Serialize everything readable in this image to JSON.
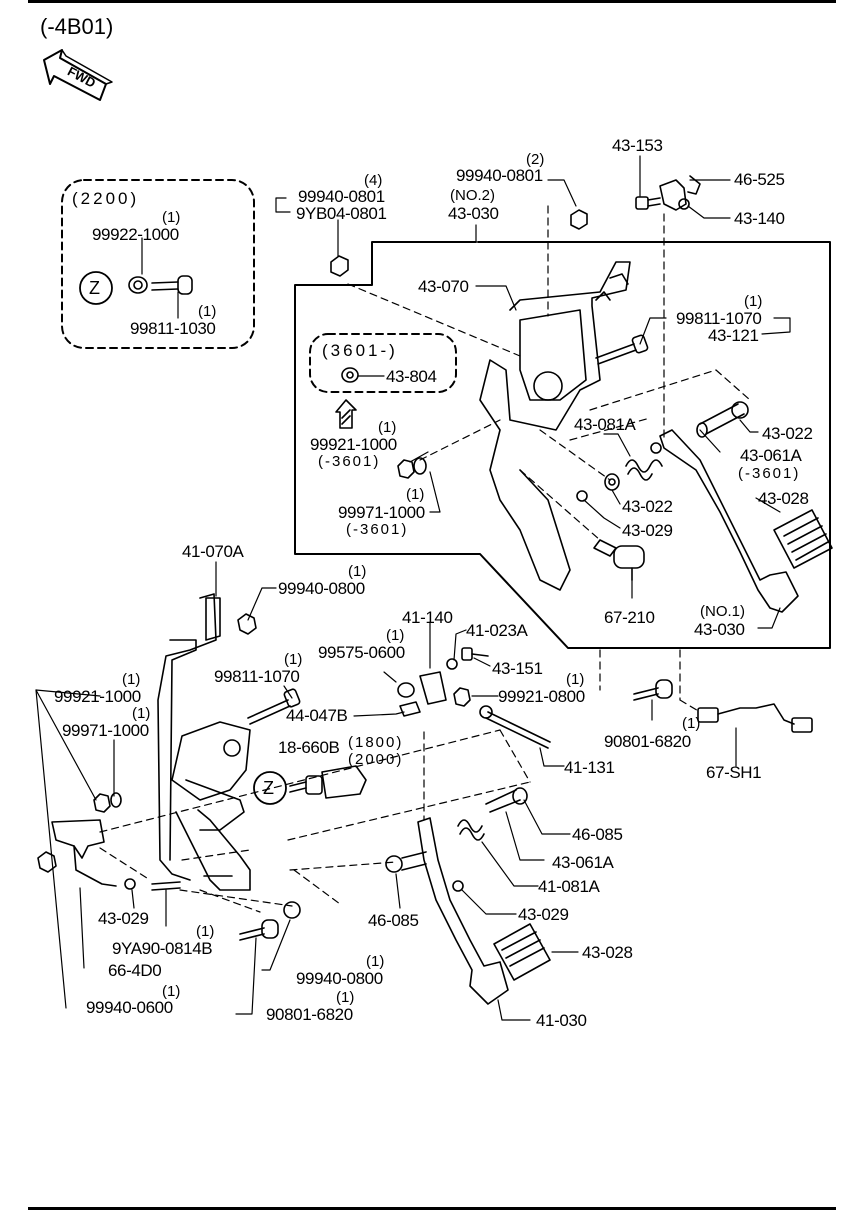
{
  "header": {
    "title": "(-4B01)",
    "fwd_label": "FWD"
  },
  "labels": {
    "box2200_range": "(2200)",
    "box3601_range": "(3601-)",
    "l_99922_1000": "99922-1000",
    "q_99922_1000": "(1)",
    "l_99811_1030": "99811-1030",
    "q_99811_1030": "(1)",
    "z1": "Z",
    "z2": "Z",
    "l_99940_0801_a": "99940-0801",
    "q_99940_0801_a": "(4)",
    "l_9YB04_0801": "9YB04-0801",
    "l_99940_0801_b": "99940-0801",
    "q_99940_0801_b": "(2)",
    "l_43_030_top": "43-030",
    "q_43_030_top": "(NO.2)",
    "l_43_153": "43-153",
    "l_46_525": "46-525",
    "l_43_140": "43-140",
    "l_43_070": "43-070",
    "l_99811_1070_a": "99811-1070",
    "q_99811_1070_a": "(1)",
    "l_43_121": "43-121",
    "l_43_804": "43-804",
    "l_99921_1000_a": "99921-1000",
    "q_99921_1000_a": "(1)",
    "s_99921_1000_a": "(-3601)",
    "l_99971_1000_a": "99971-1000",
    "q_99971_1000_a": "(1)",
    "s_99971_1000_a": "(-3601)",
    "l_43_081A": "43-081A",
    "l_43_022_a": "43-022",
    "l_43_022_b": "43-022",
    "l_43_061A_a": "43-061A",
    "s_43_061A_a": "(-3601)",
    "l_43_028_a": "43-028",
    "l_43_029_a": "43-029",
    "l_67_210": "67-210",
    "l_43_030_bot": "43-030",
    "q_43_030_bot": "(NO.1)",
    "l_41_070A": "41-070A",
    "l_99940_0800_a": "99940-0800",
    "q_99940_0800_a": "(1)",
    "l_41_140": "41-140",
    "l_41_023A": "41-023A",
    "l_99575_0600": "99575-0600",
    "q_99575_0600": "(1)",
    "l_43_151": "43-151",
    "l_99921_0800": "99921-0800",
    "q_99921_0800": "(1)",
    "l_44_047B": "44-047B",
    "l_99811_1070_b": "99811-1070",
    "q_99811_1070_b": "(1)",
    "l_99921_1000_b": "99921-1000",
    "q_99921_1000_b": "(1)",
    "l_99971_1000_b": "99971-1000",
    "q_99971_1000_b": "(1)",
    "l_18_660B": "18-660B",
    "q_18_660B_1": "(1800)",
    "q_18_660B_2": "(2000)",
    "l_90801_6820_a": "90801-6820",
    "q_90801_6820_a": "(1)",
    "l_67_SH1": "67-SH1",
    "l_41_131": "41-131",
    "l_46_085_a": "46-085",
    "l_43_061A_b": "43-061A",
    "l_41_081A": "41-081A",
    "l_43_029_b": "43-029",
    "l_43_029_c": "43-029",
    "l_46_085_b": "46-085",
    "l_9YA90_0814B": "9YA90-0814B",
    "q_9YA90_0814B": "(1)",
    "l_43_028_b": "43-028",
    "l_99940_0800_b": "99940-0800",
    "q_99940_0800_b": "(1)",
    "l_66_4D0": "66-4D0",
    "l_99940_0600": "99940-0600",
    "q_99940_0600": "(1)",
    "l_90801_6820_b": "90801-6820",
    "q_90801_6820_b": "(1)",
    "l_41_030": "41-030"
  }
}
